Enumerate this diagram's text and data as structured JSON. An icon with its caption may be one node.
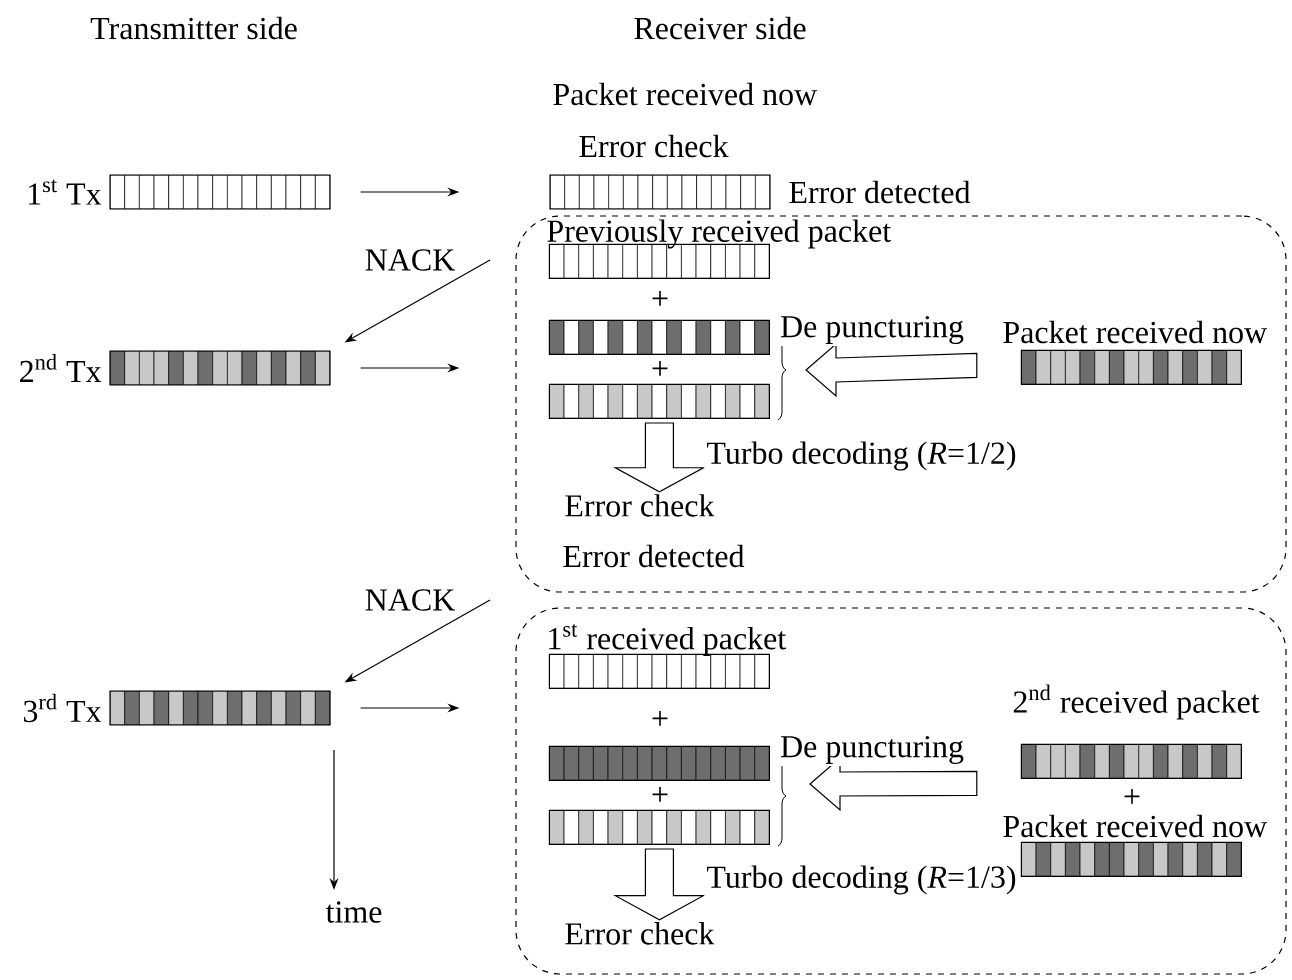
{
  "diagram": {
    "nodes": [
      {
        "text": [],
        "shape": "bar",
        "beside": [
          "1$^{st}$ Tx"
        ]
      },
      {
        "text": [],
        "shape": "bar",
        "beside": [
          "Packet received now",
          "Error check",
          "Error detected"
        ]
      },
      {
        "text": [],
        "shape": "bar",
        "beside": [
          "2$^{nd}$ Tx"
        ]
      },
      {
        "text": [],
        "shape": "box"
      },
      {
        "text": [],
        "shape": "bar",
        "beside": [
          "Previously received packet"
        ],
        "in": 3
      },
      {
        "text": [],
        "shape": "bar",
        "in": 3
      },
      {
        "text": [],
        "shape": "bar",
        "in": 3
      },
      {
        "text": [],
        "shape": "bar",
        "beside": [
          "Packet received now"
        ],
        "in": 3
      },
      {
        "text": [
          "Error check"
        ],
        "beside": [
          "Error detected"
        ],
        "in": 3
      },
      {
        "text": [],
        "shape": "bar",
        "beside": [
          "3$^{rd}$ Tx"
        ]
      },
      {
        "text": [],
        "shape": "box"
      },
      {
        "text": [],
        "shape": "bar",
        "beside": [
          "1$^{st}$ received packet"
        ],
        "in": 10
      },
      {
        "text": [],
        "shape": "bar",
        "in": 10
      },
      {
        "text": [],
        "shape": "bar",
        "in": 10
      },
      {
        "text": [],
        "shape": "bar",
        "beside": [
          "2$^{nd}$ received packet"
        ],
        "in": 10
      },
      {
        "text": [],
        "shape": "bar",
        "beside": [
          "Packet received now"
        ],
        "in": 10
      },
      {
        "text": [
          "Error check"
        ],
        "in": 10
      }
    ],
    "edges": [
      {
        "from": 0,
        "to": 1,
        "arrow": "to"
      },
      {
        "from": null,
        "to": 2,
        "arrow": "to",
        "label": "NACK"
      },
      {
        "from": 2,
        "to": 3,
        "arrow": "to"
      },
      {
        "from": 7,
        "to": null,
        "arrow": "to",
        "label": "De puncturing",
        "style": "thick"
      },
      {
        "from": 6,
        "to": 8,
        "arrow": "to",
        "label": "Turbo decoding (*R*=1/2)",
        "style": "thick"
      },
      {
        "from": null,
        "to": 9,
        "arrow": "to",
        "label": "NACK"
      },
      {
        "from": 9,
        "to": 10,
        "arrow": "to"
      },
      {
        "from": 14,
        "to": null,
        "arrow": "to",
        "label": "De puncturing",
        "style": "thick"
      },
      {
        "from": 13,
        "to": 16,
        "arrow": "to",
        "label": "Turbo decoding (*R*=1/3)",
        "style": "thick"
      }
    ],
    "labels": [
      "Transmitter side",
      "Receiver side",
      "+",
      "+",
      "+",
      "+",
      "+",
      "time"
    ]
  }
}
